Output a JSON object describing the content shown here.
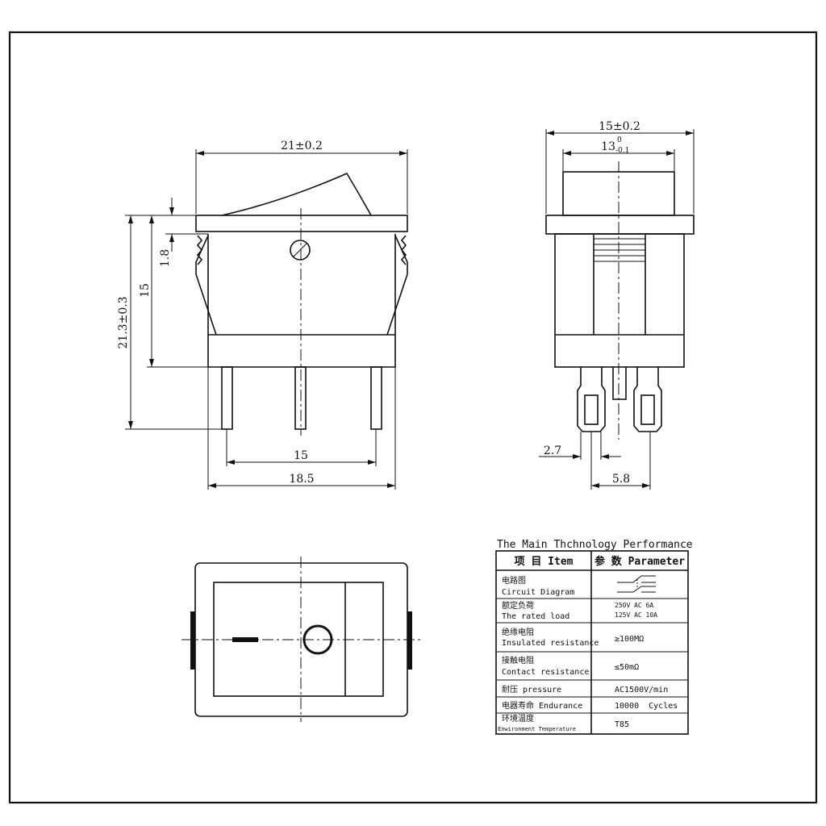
{
  "front_view": {
    "width_label": "21±0.2",
    "height_total_label": "21.3±0.3",
    "height_body_label": "15",
    "flange_label": "1.8",
    "pin_spacing_label": "15",
    "body_width_label": "18.5"
  },
  "side_view": {
    "flange_width_label": "15±0.2",
    "cap_width_main": "13",
    "cap_width_upper_tol": "0",
    "cap_width_lower_tol": "-0.1",
    "terminal_width_label": "2.7",
    "terminal_spacing_label": "5.8"
  },
  "table": {
    "title": "The Main Thchnology Performance",
    "header_item": "项 目  Item",
    "header_param": "参 数  Parameter",
    "rows": [
      {
        "cn": "电路图",
        "en": "Circuit Diagram",
        "value": ""
      },
      {
        "cn": "额定负荷",
        "en": "The rated load",
        "value": "250V AC 6A",
        "value2": "125V AC 10A"
      },
      {
        "cn": "绝缘电阻",
        "en": "Insulated resistance",
        "value": "≥100MΩ"
      },
      {
        "cn": "接触电阻",
        "en": "Contact resistance",
        "value": "≤50mΩ"
      },
      {
        "cn": "耐压",
        "en": "pressure",
        "value": "AC1500V/min"
      },
      {
        "cn": "电器寿命",
        "en": "Endurance",
        "value": "10000  Cycles"
      },
      {
        "cn": "环境温度",
        "en": "Enwironment Temperature",
        "value": "T85"
      }
    ]
  }
}
